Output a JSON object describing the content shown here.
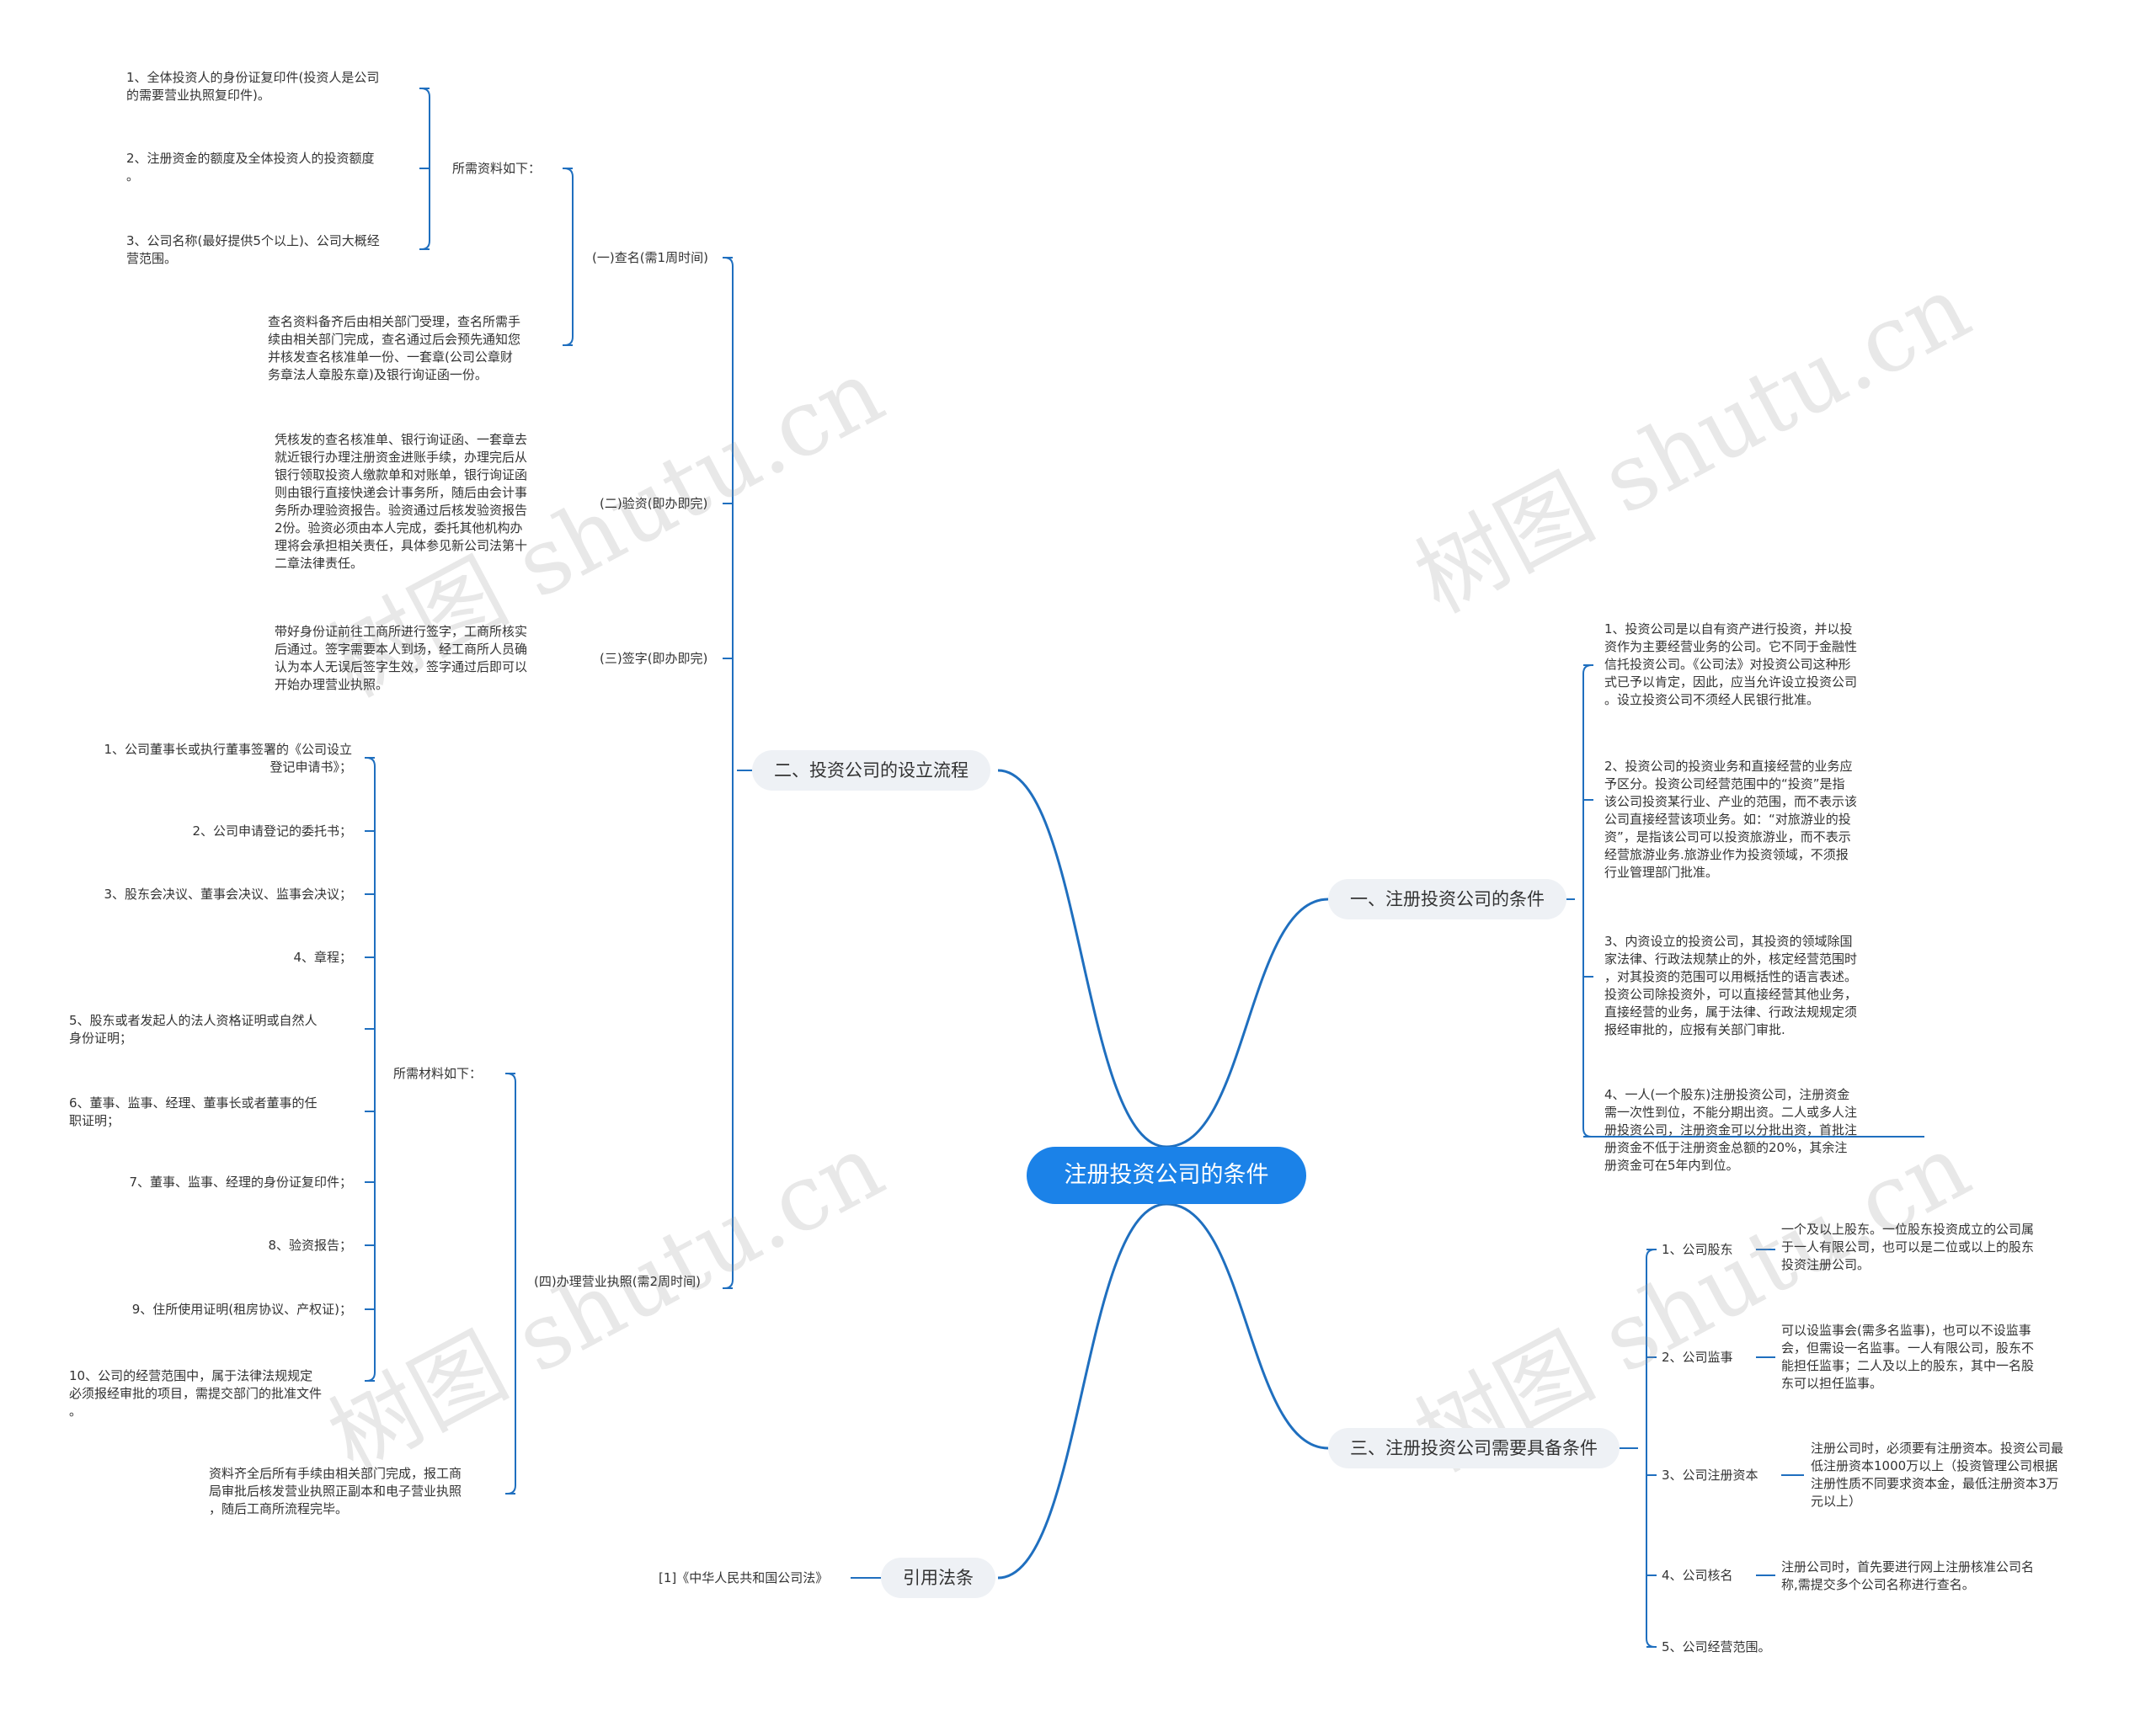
{
  "colors": {
    "accent": "#1b82e8",
    "line": "#1f6fbf",
    "branch_bg": "#eef1f5"
  },
  "watermark": "树图 shutu.cn",
  "root": "注册投资公司的条件",
  "b1": {
    "title": "一、注册投资公司的条件",
    "items": [
      "1、投资公司是以自有资产进行投资，并以投\n资作为主要经营业务的公司。它不同于金融性\n信托投资公司。《公司法》对投资公司这种形\n式已予以肯定，因此，应当允许设立投资公司\n。设立投资公司不须经人民银行批准。",
      "2、投资公司的投资业务和直接经营的业务应\n予区分。投资公司经营范围中的“投资”是指\n该公司投资某行业、产业的范围，而不表示该\n公司直接经营该项业务。如：“对旅游业的投\n资”，是指该公司可以投资旅游业，而不表示\n经营旅游业务.旅游业作为投资领域，不须报\n行业管理部门批准。",
      "3、内资设立的投资公司，其投资的领域除国\n家法律、行政法规禁止的外，核定经营范围时\n，对其投资的范围可以用概括性的语言表述。\n投资公司除投资外，可以直接经营其他业务，\n直接经营的业务，属于法律、行政法规规定须\n报经审批的，应报有关部门审批.",
      "4、一人(一个股东)注册投资公司，注册资金\n需一次性到位，不能分期出资。二人或多人注\n册投资公司，注册资金可以分批出资，首批注\n册资金不低于注册资金总额的20%，其余注\n册资金可在5年内到位。"
    ]
  },
  "b2": {
    "title": "二、投资公司的设立流程",
    "s1": {
      "label": "(一)查名(需1周时间)",
      "sub_label": "所需资料如下：",
      "sub_items": [
        "1、全体投资人的身份证复印件(投资人是公司\n的需要营业执照复印件)。",
        "2、注册资金的额度及全体投资人的投资额度\n。",
        "3、公司名称(最好提供5个以上)、公司大概经\n营范围。"
      ],
      "note": "查名资料备齐后由相关部门受理，查名所需手\n续由相关部门完成，查名通过后会预先通知您\n并核发查名核准单一份、一套章(公司公章财\n务章法人章股东章)及银行询证函一份。"
    },
    "s2": {
      "label": "(二)验资(即办即完)",
      "text": "凭核发的查名核准单、银行询证函、一套章去\n就近银行办理注册资金进账手续，办理完后从\n银行领取投资人缴款单和对账单，银行询证函\n则由银行直接快递会计事务所，随后由会计事\n务所办理验资报告。验资通过后核发验资报告\n2份。验资必须由本人完成，委托其他机构办\n理将会承担相关责任，具体参见新公司法第十\n二章法律责任。"
    },
    "s3": {
      "label": "(三)签字(即办即完)",
      "text": "带好身份证前往工商所进行签字，工商所核实\n后通过。签字需要本人到场，经工商所人员确\n认为本人无误后签字生效，签字通过后即可以\n开始办理营业执照。"
    },
    "s4": {
      "label": "(四)办理营业执照(需2周时间)",
      "sub_label": "所需材料如下：",
      "sub_items": [
        "1、公司董事长或执行董事签署的《公司设立\n登记申请书》；",
        "2、公司申请登记的委托书；",
        "3、股东会决议、董事会决议、监事会决议；",
        "4、章程；",
        "5、股东或者发起人的法人资格证明或自然人\n身份证明；",
        "6、董事、监事、经理、董事长或者董事的任\n职证明；",
        "7、董事、监事、经理的身份证复印件；",
        "8、验资报告；",
        "9、住所使用证明(租房协议、产权证)；",
        "10、公司的经营范围中，属于法律法规规定\n必须报经审批的项目，需提交部门的批准文件\n。"
      ],
      "note": "资料齐全后所有手续由相关部门完成，报工商\n局审批后核发营业执照正副本和电子营业执照\n，随后工商所流程完毕。"
    }
  },
  "b3": {
    "title": "三、注册投资公司需要具备条件",
    "items": [
      {
        "label": "1、公司股东",
        "text": "一个及以上股东。一位股东投资成立的公司属\n于一人有限公司，也可以是二位或以上的股东\n投资注册公司。"
      },
      {
        "label": "2、公司监事",
        "text": "可以设监事会(需多名监事)，也可以不设监事\n会，但需设一名监事。一人有限公司，股东不\n能担任监事；二人及以上的股东，其中一名股\n东可以担任监事。"
      },
      {
        "label": "3、公司注册资本",
        "text": "注册公司时，必须要有注册资本。投资公司最\n低注册资本1000万以上（投资管理公司根据\n注册性质不同要求资本金，最低注册资本3万\n元以上）"
      },
      {
        "label": "4、公司核名",
        "text": "注册公司时，首先要进行网上注册核准公司名\n称,需提交多个公司名称进行查名。"
      },
      {
        "label": "5、公司经营范围。",
        "text": ""
      }
    ]
  },
  "b4": {
    "title": "引用法条",
    "items": [
      "[1]《中华人民共和国公司法》"
    ]
  }
}
